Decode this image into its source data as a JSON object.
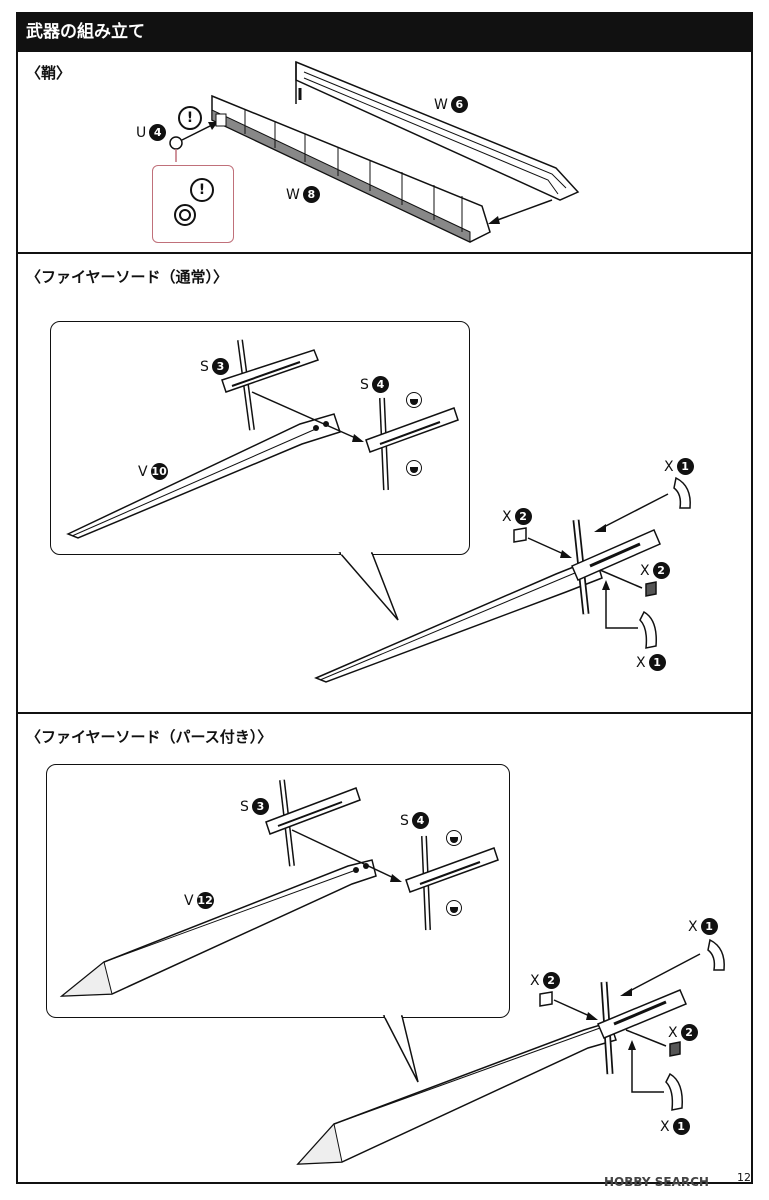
{
  "header": {
    "title": "武器の組み立て"
  },
  "sections": [
    {
      "title": "〈鞘〉"
    },
    {
      "title": "〈ファイヤーソード（通常）〉"
    },
    {
      "title": "〈ファイヤーソード（パース付き）〉"
    }
  ],
  "labels": {
    "u4": {
      "letter": "U",
      "num": "4"
    },
    "w6": {
      "letter": "W",
      "num": "6"
    },
    "w8": {
      "letter": "W",
      "num": "8"
    },
    "s3": {
      "letter": "S",
      "num": "3"
    },
    "s4": {
      "letter": "S",
      "num": "4"
    },
    "v10": {
      "letter": "V",
      "num": "10"
    },
    "x1": {
      "letter": "X",
      "num": "1"
    },
    "x2": {
      "letter": "X",
      "num": "2"
    },
    "v12": {
      "letter": "V",
      "num": "12"
    }
  },
  "warning_symbol": "!",
  "page_number": "12",
  "watermark": "HOBBY SEARCH"
}
